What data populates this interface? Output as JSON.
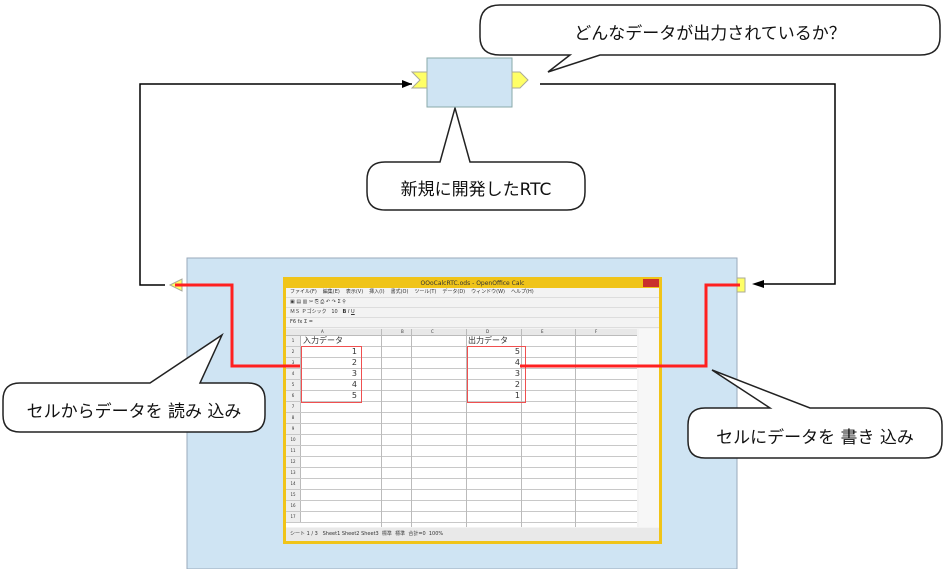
{
  "bubbles": {
    "top": "どんなデータが出力されているか？",
    "rtc": "新規に開発したRTC",
    "read": "セルからデータを 読み 込み",
    "write": "セルにデータを 書き 込み"
  },
  "window": {
    "title": "OOoCalcRTC.ods - OpenOffice Calc",
    "menu": [
      "ファイル(F)",
      "編集(E)",
      "表示(V)",
      "挿入(I)",
      "書式(O)",
      "ツール(T)",
      "データ(D)",
      "ウィンドウ(W)",
      "ヘルプ(H)"
    ],
    "font": "ＭＳ Ｐゴシック",
    "size": "10",
    "cellref": "F6",
    "columns": [
      "A",
      "B",
      "C",
      "D",
      "E",
      "F"
    ],
    "input_header": "入力データ",
    "output_header": "出力データ",
    "input_values": [
      "1",
      "2",
      "3",
      "4",
      "5"
    ],
    "output_values": [
      "5",
      "4",
      "3",
      "2",
      "1"
    ],
    "rows": [
      "1",
      "2",
      "3",
      "4",
      "5",
      "6",
      "7",
      "8",
      "9",
      "10",
      "11",
      "12",
      "13",
      "14",
      "15",
      "16",
      "17"
    ],
    "sheets": [
      "Sheet1",
      "Sheet2",
      "Sheet3"
    ],
    "status": {
      "page": "シート 1 / 3",
      "style": "標準",
      "mode": "標準",
      "sum": "合計=0",
      "zoom": "100%"
    }
  },
  "colors": {
    "rtc": "#cfe4f3",
    "port": "#ffff66",
    "bg": "#cfe4f3",
    "red": "#ff2020"
  }
}
